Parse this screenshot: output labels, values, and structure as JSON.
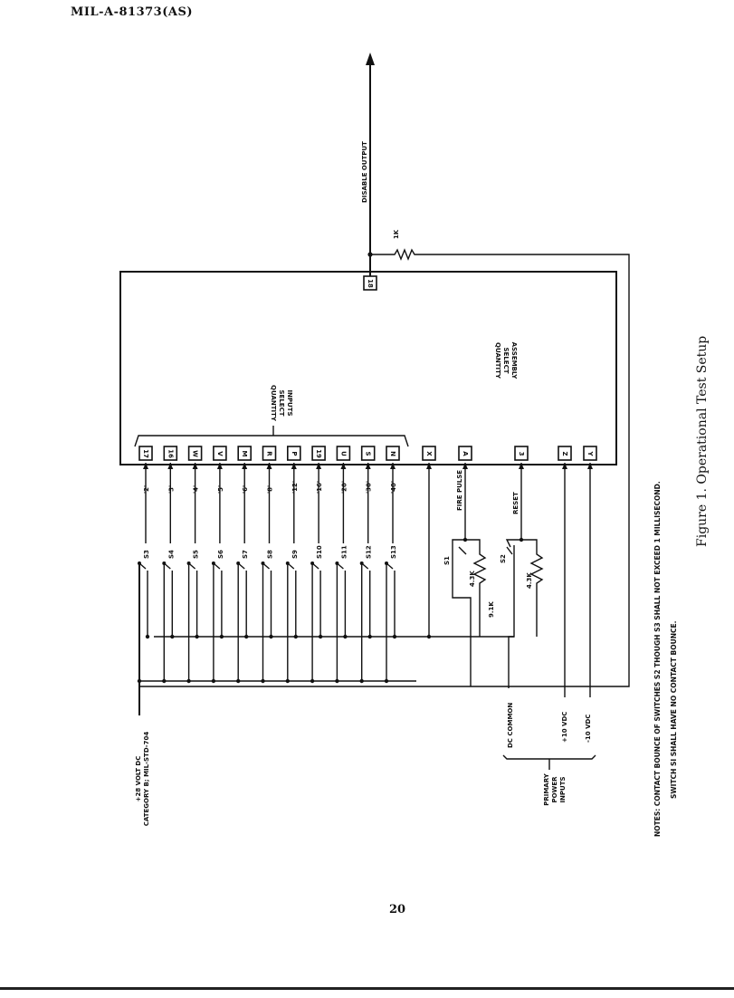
{
  "header": {
    "doc_id": "MIL-A-81373(AS)"
  },
  "page_number": "20",
  "figure": {
    "caption": "Figure 1.  Operational Test Setup",
    "assembly_label": [
      "QUANTITY",
      "SELECT",
      "ASSEMBLY"
    ],
    "quantity_inputs_label": [
      "QUANTITY",
      "SELECT",
      "INPUTS"
    ],
    "disable_output": "DISABLE OUTPUT",
    "output_resistor": "1K",
    "output_pin": "18",
    "quantity_pins": [
      "17",
      "16",
      "W",
      "V",
      "M",
      "R",
      "P",
      "19",
      "U",
      "S",
      "N"
    ],
    "other_pins": [
      "X",
      "A",
      "3",
      "Z",
      "Y"
    ],
    "quantity_values": [
      "'2'",
      "'3'",
      "'4'",
      "'5'",
      "'6'",
      "'8'",
      "'12'",
      "'16'",
      "'20'",
      "'30'",
      "'40'"
    ],
    "quantity_switches": [
      "S3",
      "S4",
      "S5",
      "S6",
      "S7",
      "S8",
      "S9",
      "S10",
      "S11",
      "S12",
      "S13"
    ],
    "fire_pulse": "FIRE PULSE",
    "reset": "RESET",
    "switch_s1": "S1",
    "switch_s2": "S2",
    "resistor_s1_a": "4.3K",
    "resistor_s1_b": "9.1K",
    "resistor_s2": "4.3K",
    "dc_common": "DC COMMON",
    "plus10": "+10 VDC",
    "minus10": "-10 VDC",
    "primary_power": [
      "PRIMARY",
      "POWER",
      "INPUTS"
    ],
    "supply": [
      "+28 VOLT DC",
      "CATEGORY B; MIL-STD-704"
    ],
    "notes": [
      "NOTES: CONTACT BOUNCE OF SWITCHES S2 THOUGH S3 SHALL NOT EXCEED 1 MILLISECOND.",
      "SWITCH SI SHALL HAVE NO CONTACT BOUNCE."
    ]
  }
}
